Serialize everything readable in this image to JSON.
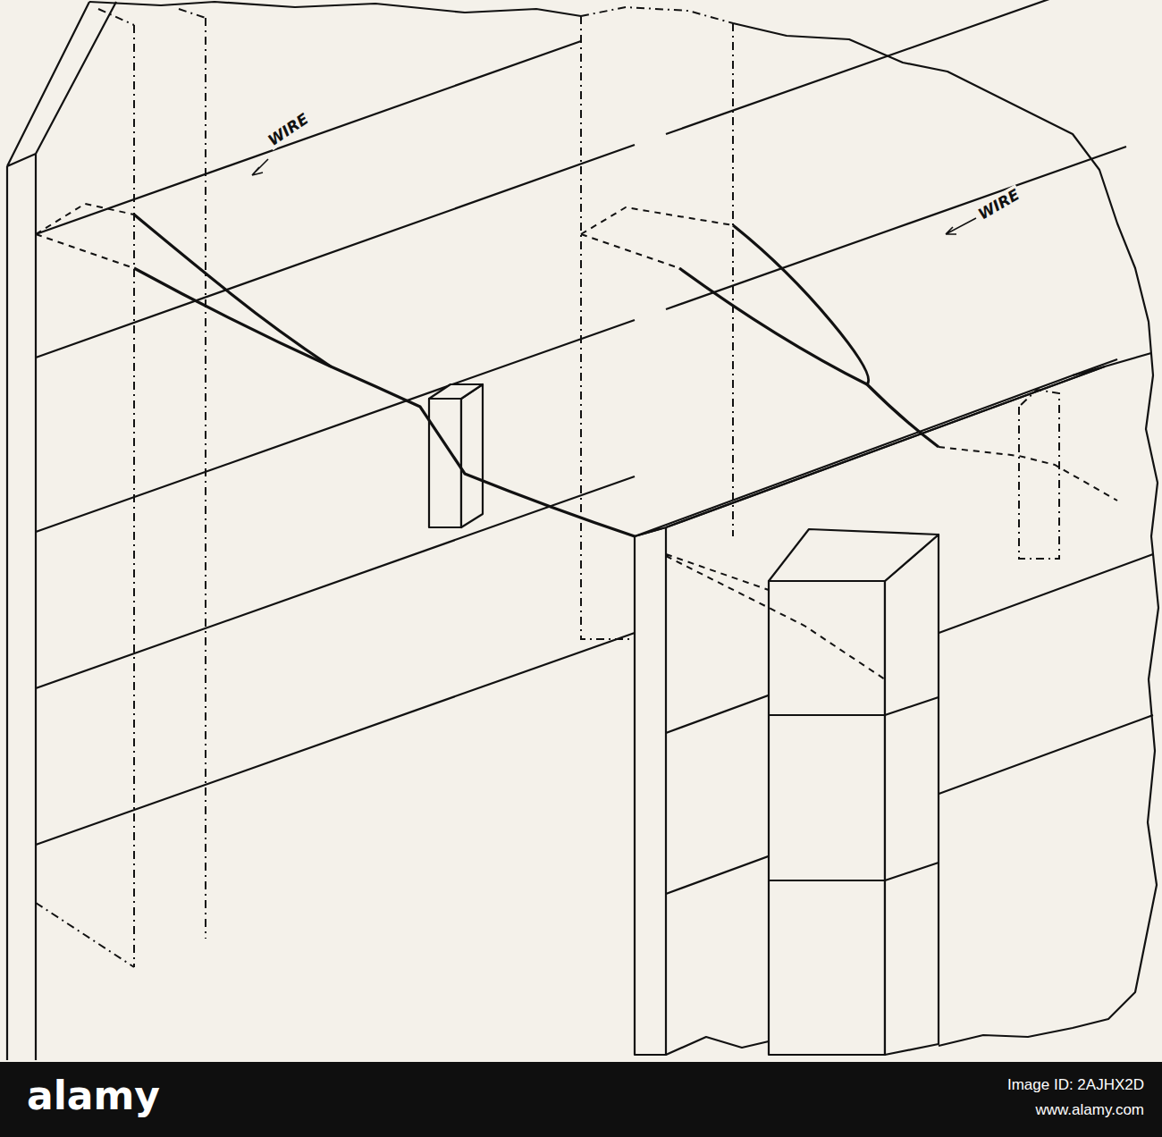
{
  "diagram": {
    "labels": [
      "WIRE",
      "WIRE",
      "alamy",
      "Image ID: 2AJHX2D",
      "www.alamy.com"
    ]
  }
}
